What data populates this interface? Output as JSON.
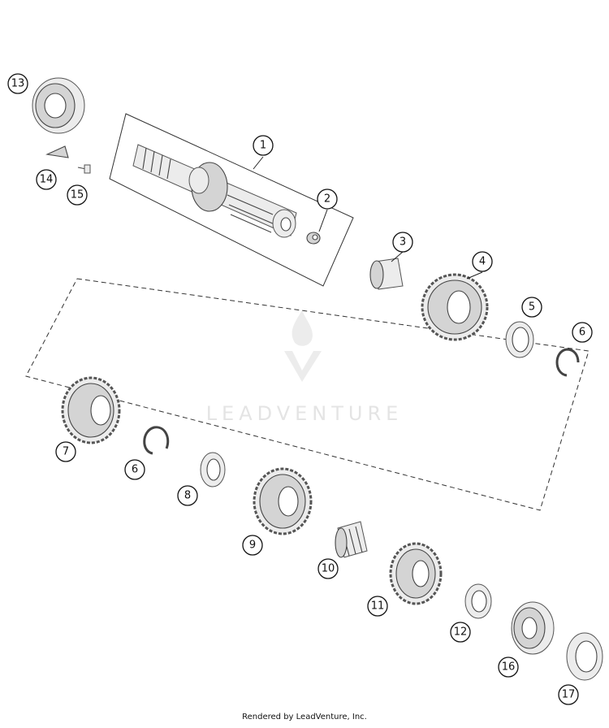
{
  "watermark": {
    "text": "LEADVENTURE",
    "color": "#e4e4e4"
  },
  "footer": {
    "text": "Rendered by LeadVenture, Inc."
  },
  "callouts": [
    "1",
    "2",
    "3",
    "4",
    "5",
    "6",
    "6",
    "7",
    "8",
    "9",
    "10",
    "11",
    "12",
    "13",
    "14",
    "15",
    "16",
    "17"
  ]
}
